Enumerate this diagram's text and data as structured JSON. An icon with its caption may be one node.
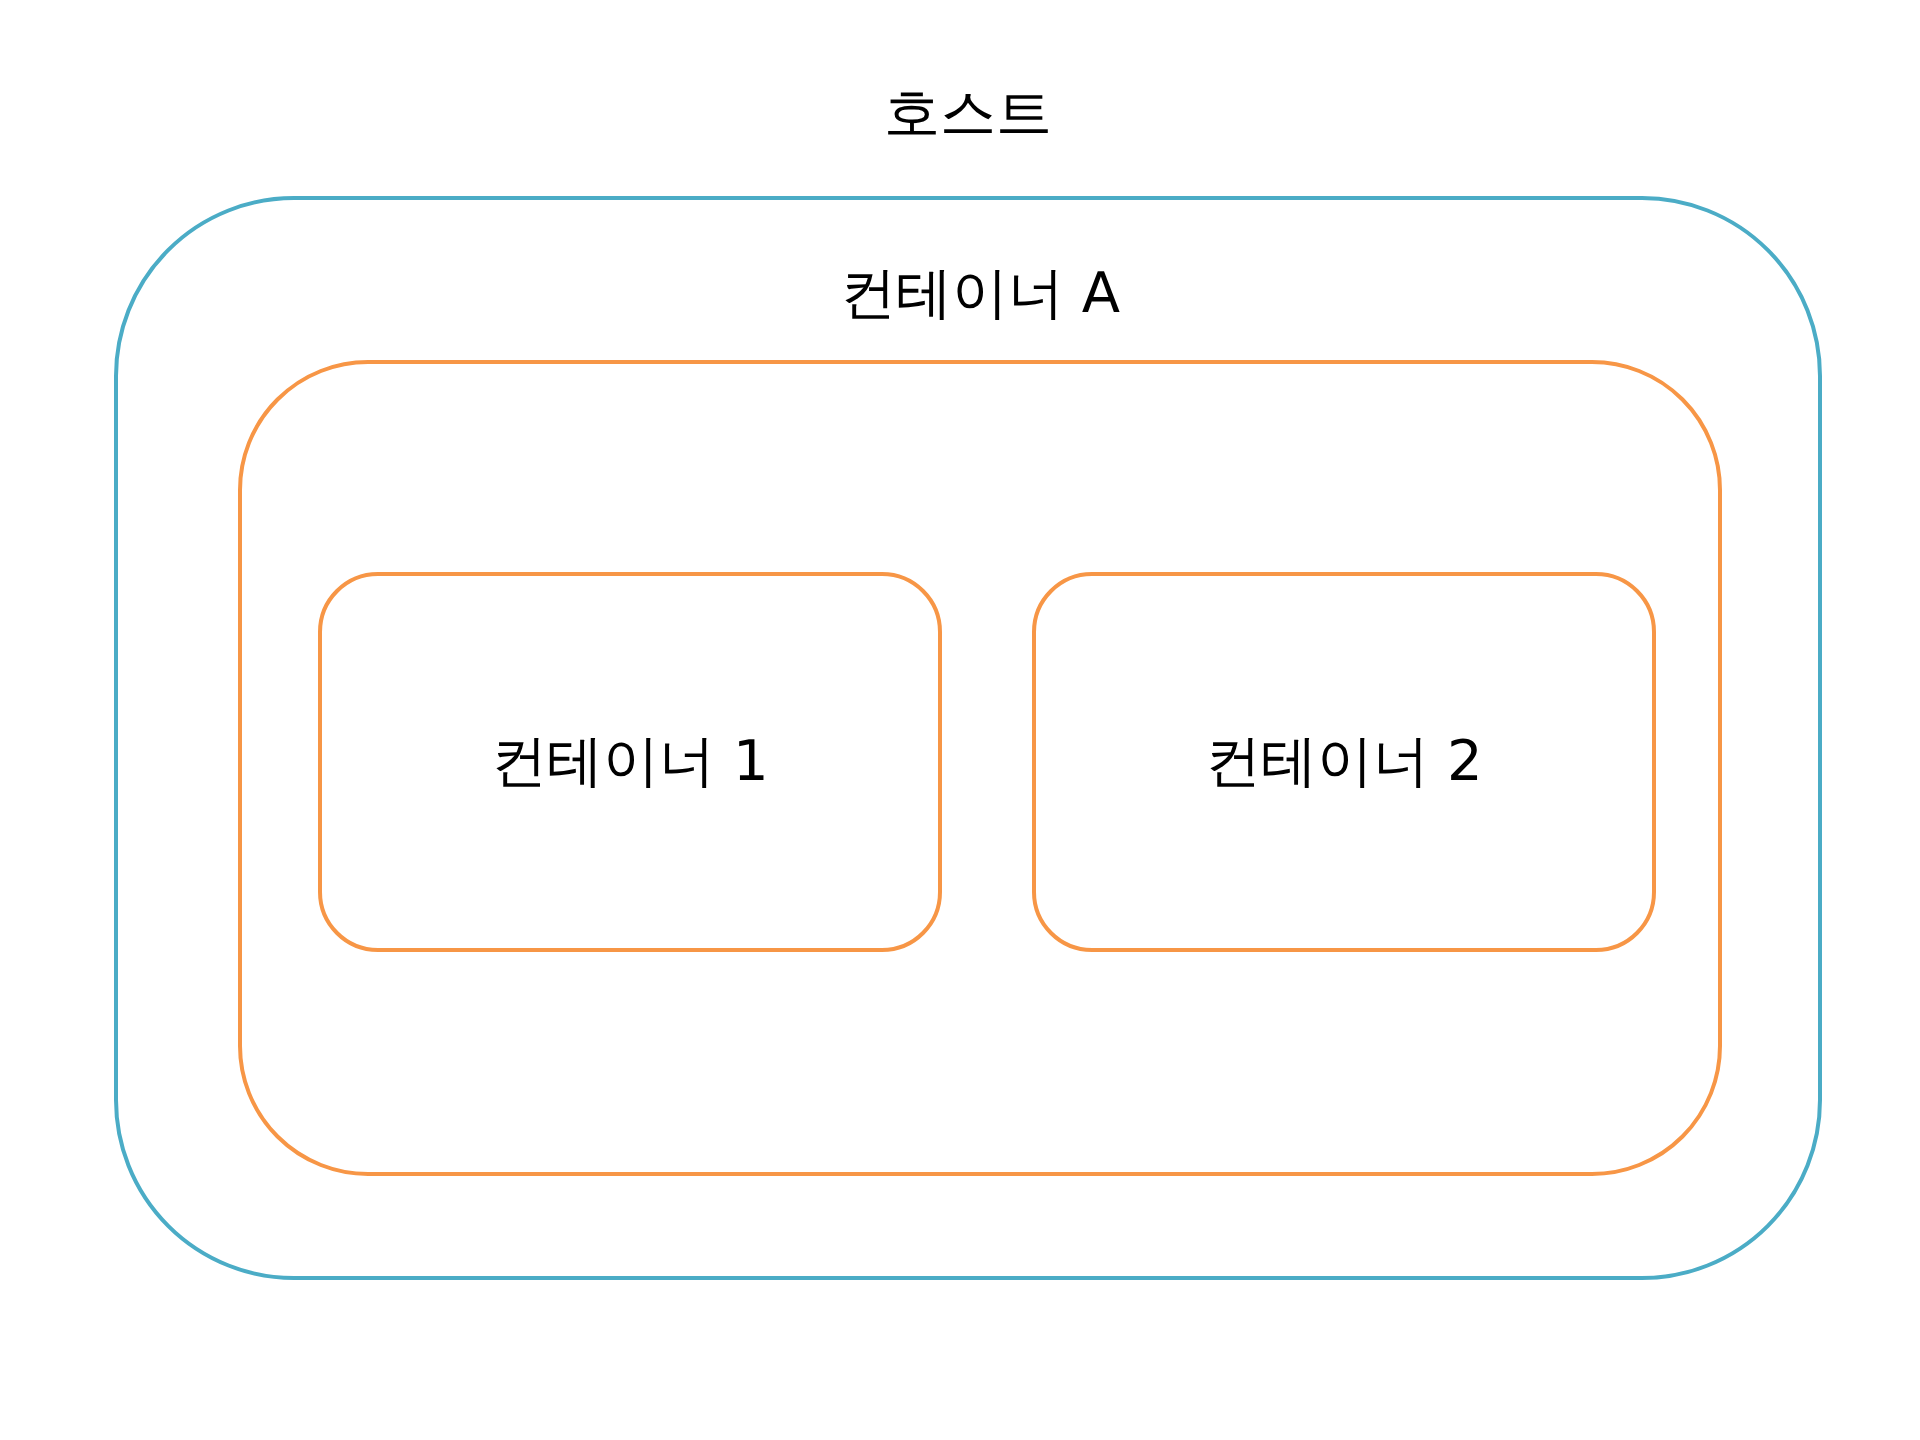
{
  "diagram": {
    "nodes": [
      {
        "text": [
          "호스트"
        ]
      },
      {
        "text": [
          "컨테이너 A"
        ],
        "in": 0
      },
      {
        "text": [
          "컨테이너 1"
        ],
        "in": 1
      },
      {
        "text": [
          "컨테이너 2"
        ],
        "in": 1
      }
    ]
  }
}
